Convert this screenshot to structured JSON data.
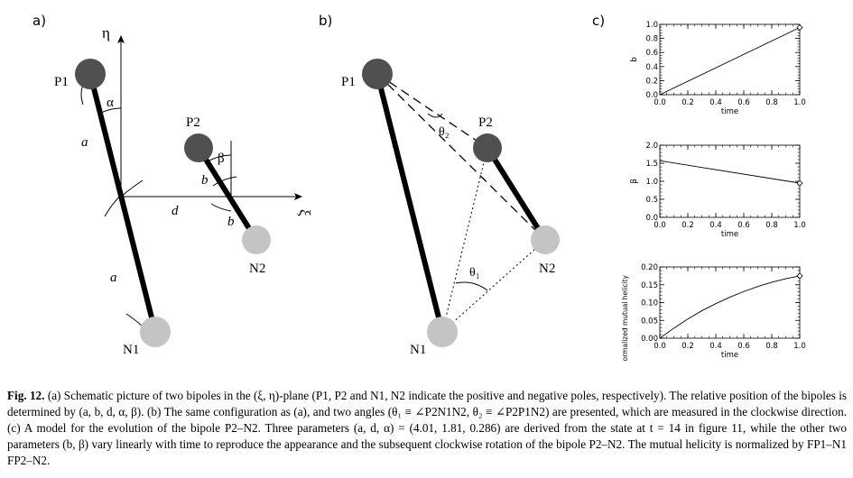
{
  "panel_a": {
    "label": "a)",
    "eta": "η",
    "xi": "ξ",
    "p1": "P1",
    "p2": "P2",
    "n1": "N1",
    "n2": "N2",
    "alpha": "α",
    "beta": "β",
    "a_upper": "a",
    "a_lower": "a",
    "d": "d",
    "b_upper": "b",
    "b_lower": "b"
  },
  "panel_b": {
    "label": "b)",
    "p1": "P1",
    "p2": "P2",
    "n1": "N1",
    "n2": "N2",
    "theta1": "θ₁",
    "theta2": "θ₂"
  },
  "panel_c": {
    "label": "c)"
  },
  "colors": {
    "dark_pole": "#505050",
    "light_pole": "#c4c4c4",
    "line": "#000000"
  },
  "chart_data": [
    {
      "type": "line",
      "xlabel": "time",
      "ylabel": "b",
      "xlim": [
        0,
        1
      ],
      "ylim": [
        0,
        1
      ],
      "xticks": [
        "0.0",
        "0.2",
        "0.4",
        "0.6",
        "0.8",
        "1.0"
      ],
      "yticks": [
        "0.0",
        "0.2",
        "0.4",
        "0.6",
        "0.8",
        "1.0"
      ],
      "x": [
        0,
        1
      ],
      "y": [
        0,
        0.955
      ],
      "marker_end": "diamond"
    },
    {
      "type": "line",
      "xlabel": "time",
      "ylabel": "β",
      "xlim": [
        0,
        1
      ],
      "ylim": [
        0,
        2
      ],
      "xticks": [
        "0.0",
        "0.2",
        "0.4",
        "0.6",
        "0.8",
        "1.0"
      ],
      "yticks": [
        "0.0",
        "0.5",
        "1.0",
        "1.5",
        "2.0"
      ],
      "x": [
        0,
        1
      ],
      "y": [
        1.57,
        0.95
      ],
      "marker_end": "diamond"
    },
    {
      "type": "line",
      "xlabel": "time",
      "ylabel": "Normalized mutual helicity",
      "xlim": [
        0,
        1
      ],
      "ylim": [
        0,
        0.2
      ],
      "xticks": [
        "0.0",
        "0.2",
        "0.4",
        "0.6",
        "0.8",
        "1.0"
      ],
      "yticks": [
        "0.00",
        "0.05",
        "0.10",
        "0.15",
        "0.20"
      ],
      "x": [
        0,
        0.1,
        0.2,
        0.3,
        0.4,
        0.5,
        0.6,
        0.7,
        0.8,
        0.9,
        1.0
      ],
      "y": [
        0,
        0.028,
        0.054,
        0.077,
        0.097,
        0.115,
        0.131,
        0.145,
        0.157,
        0.167,
        0.175
      ],
      "marker_end": "diamond"
    }
  ],
  "caption": {
    "label": "Fig. 12.",
    "text": "(a) Schematic picture of two bipoles in the (ξ, η)-plane (P1, P2 and N1, N2 indicate the positive and negative poles, respectively). The relative position of the bipoles is determined by (a, b, d, α, β). (b) The same configuration as (a), and two angles (θ₁ ≡ ∠P2N1N2, θ₂ ≡ ∠P2P1N2) are presented, which are measured in the clockwise direction. (c) A model for the evolution of the bipole P2–N2. Three parameters (a, d, α) = (4.01, 1.81, 0.286) are derived from the state at t = 14 in figure 11, while the other two parameters (b, β) vary linearly with time to reproduce the appearance and the subsequent clockwise rotation of the bipole P2–N2. The mutual helicity is normalized by FP1–N1 FP2–N2."
  }
}
